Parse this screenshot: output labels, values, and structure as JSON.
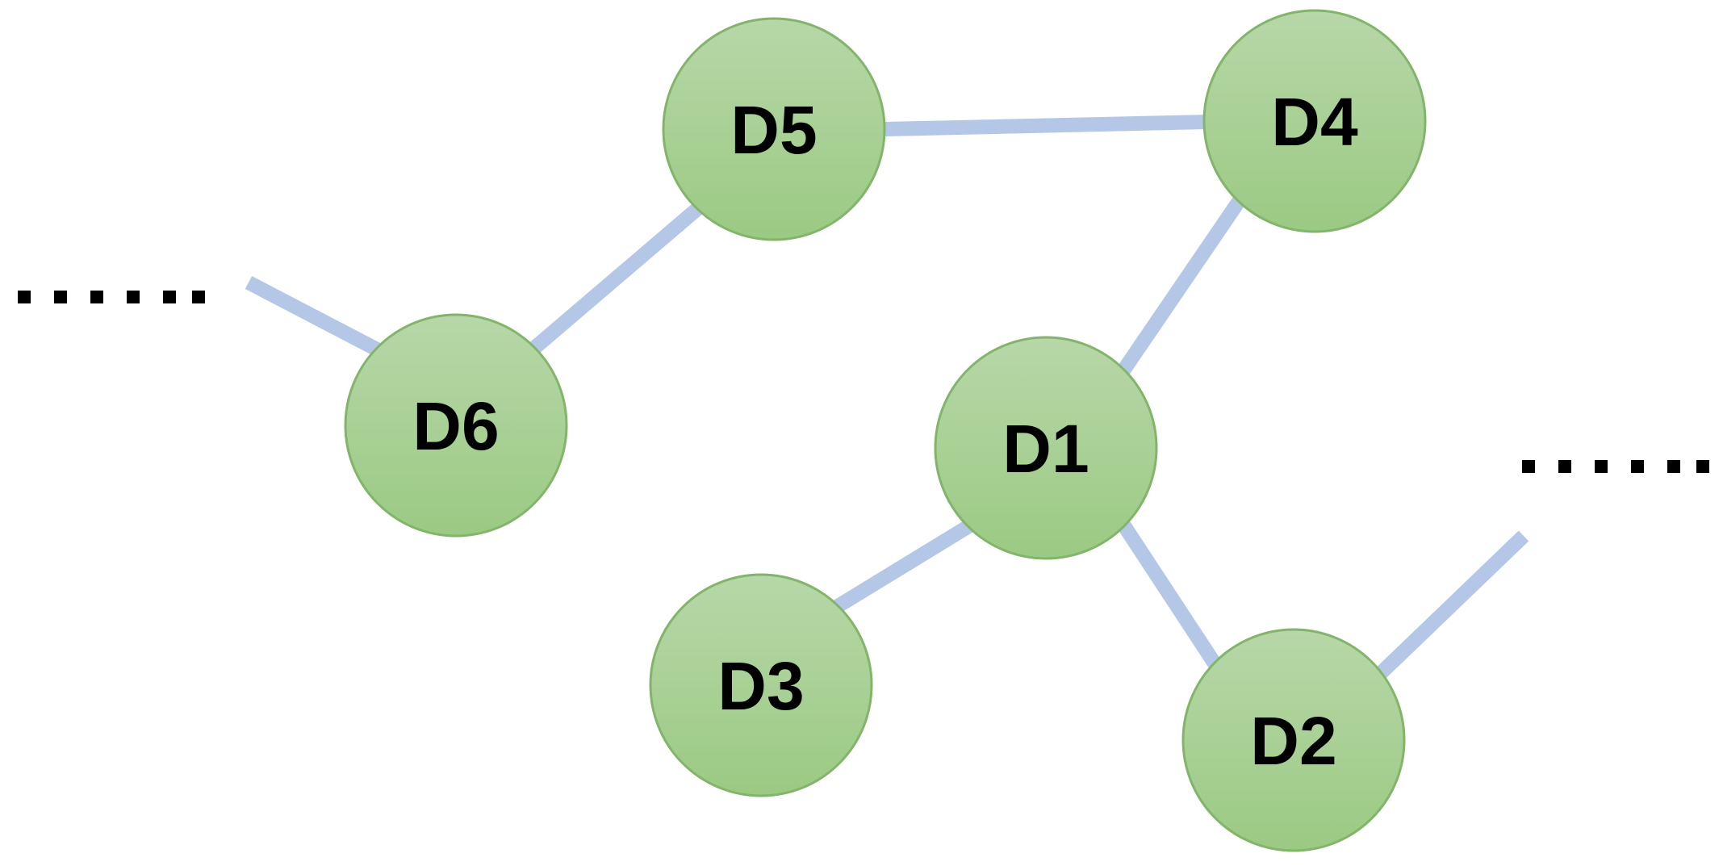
{
  "diagram": {
    "nodes": [
      {
        "id": "D1",
        "label": "D1"
      },
      {
        "id": "D2",
        "label": "D2"
      },
      {
        "id": "D3",
        "label": "D3"
      },
      {
        "id": "D4",
        "label": "D4"
      },
      {
        "id": "D5",
        "label": "D5"
      },
      {
        "id": "D6",
        "label": "D6"
      }
    ],
    "edges": [
      {
        "from": "D5",
        "to": "D4"
      },
      {
        "from": "D5",
        "to": "D6"
      },
      {
        "from": "D4",
        "to": "D1"
      },
      {
        "from": "D1",
        "to": "D3"
      },
      {
        "from": "D1",
        "to": "D2"
      },
      {
        "from": "D6",
        "to": "continuation-left"
      },
      {
        "from": "D2",
        "to": "continuation-right"
      }
    ],
    "colors": {
      "node_fill_top": "#b7d7a8",
      "node_fill_bottom": "#9bca83",
      "node_stroke": "#82b46a",
      "edge": "#b4c7e7",
      "ellipsis": "#000000"
    }
  }
}
